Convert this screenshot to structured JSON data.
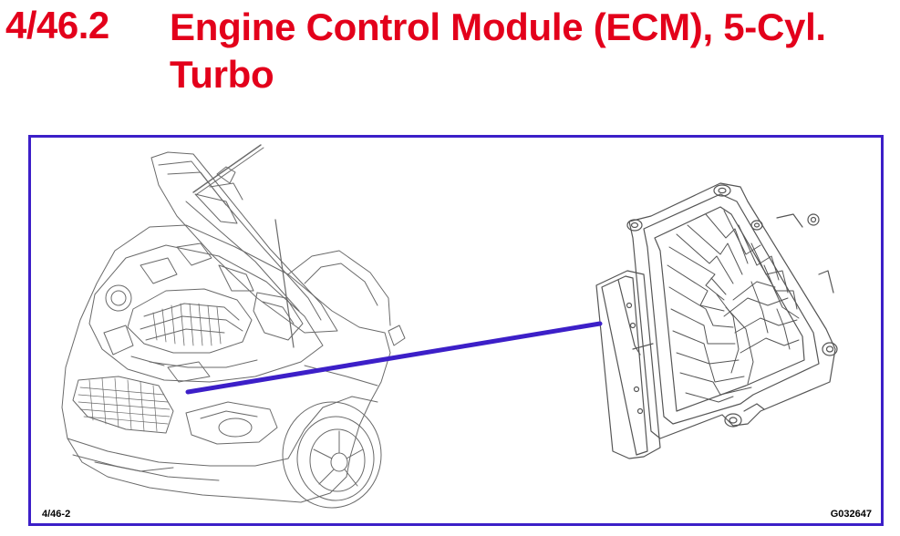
{
  "header": {
    "section_number": "4/46.2",
    "title": "Engine Control Module (ECM), 5-Cyl. Turbo"
  },
  "figure": {
    "ref_left": "4/46-2",
    "ref_right": "G032647",
    "frame_color": "#3c1fc8",
    "leader_color": "#3c1fc8"
  },
  "colors": {
    "title": "#e3001b",
    "frame": "#3c1fc8",
    "line_art": "#555555"
  }
}
